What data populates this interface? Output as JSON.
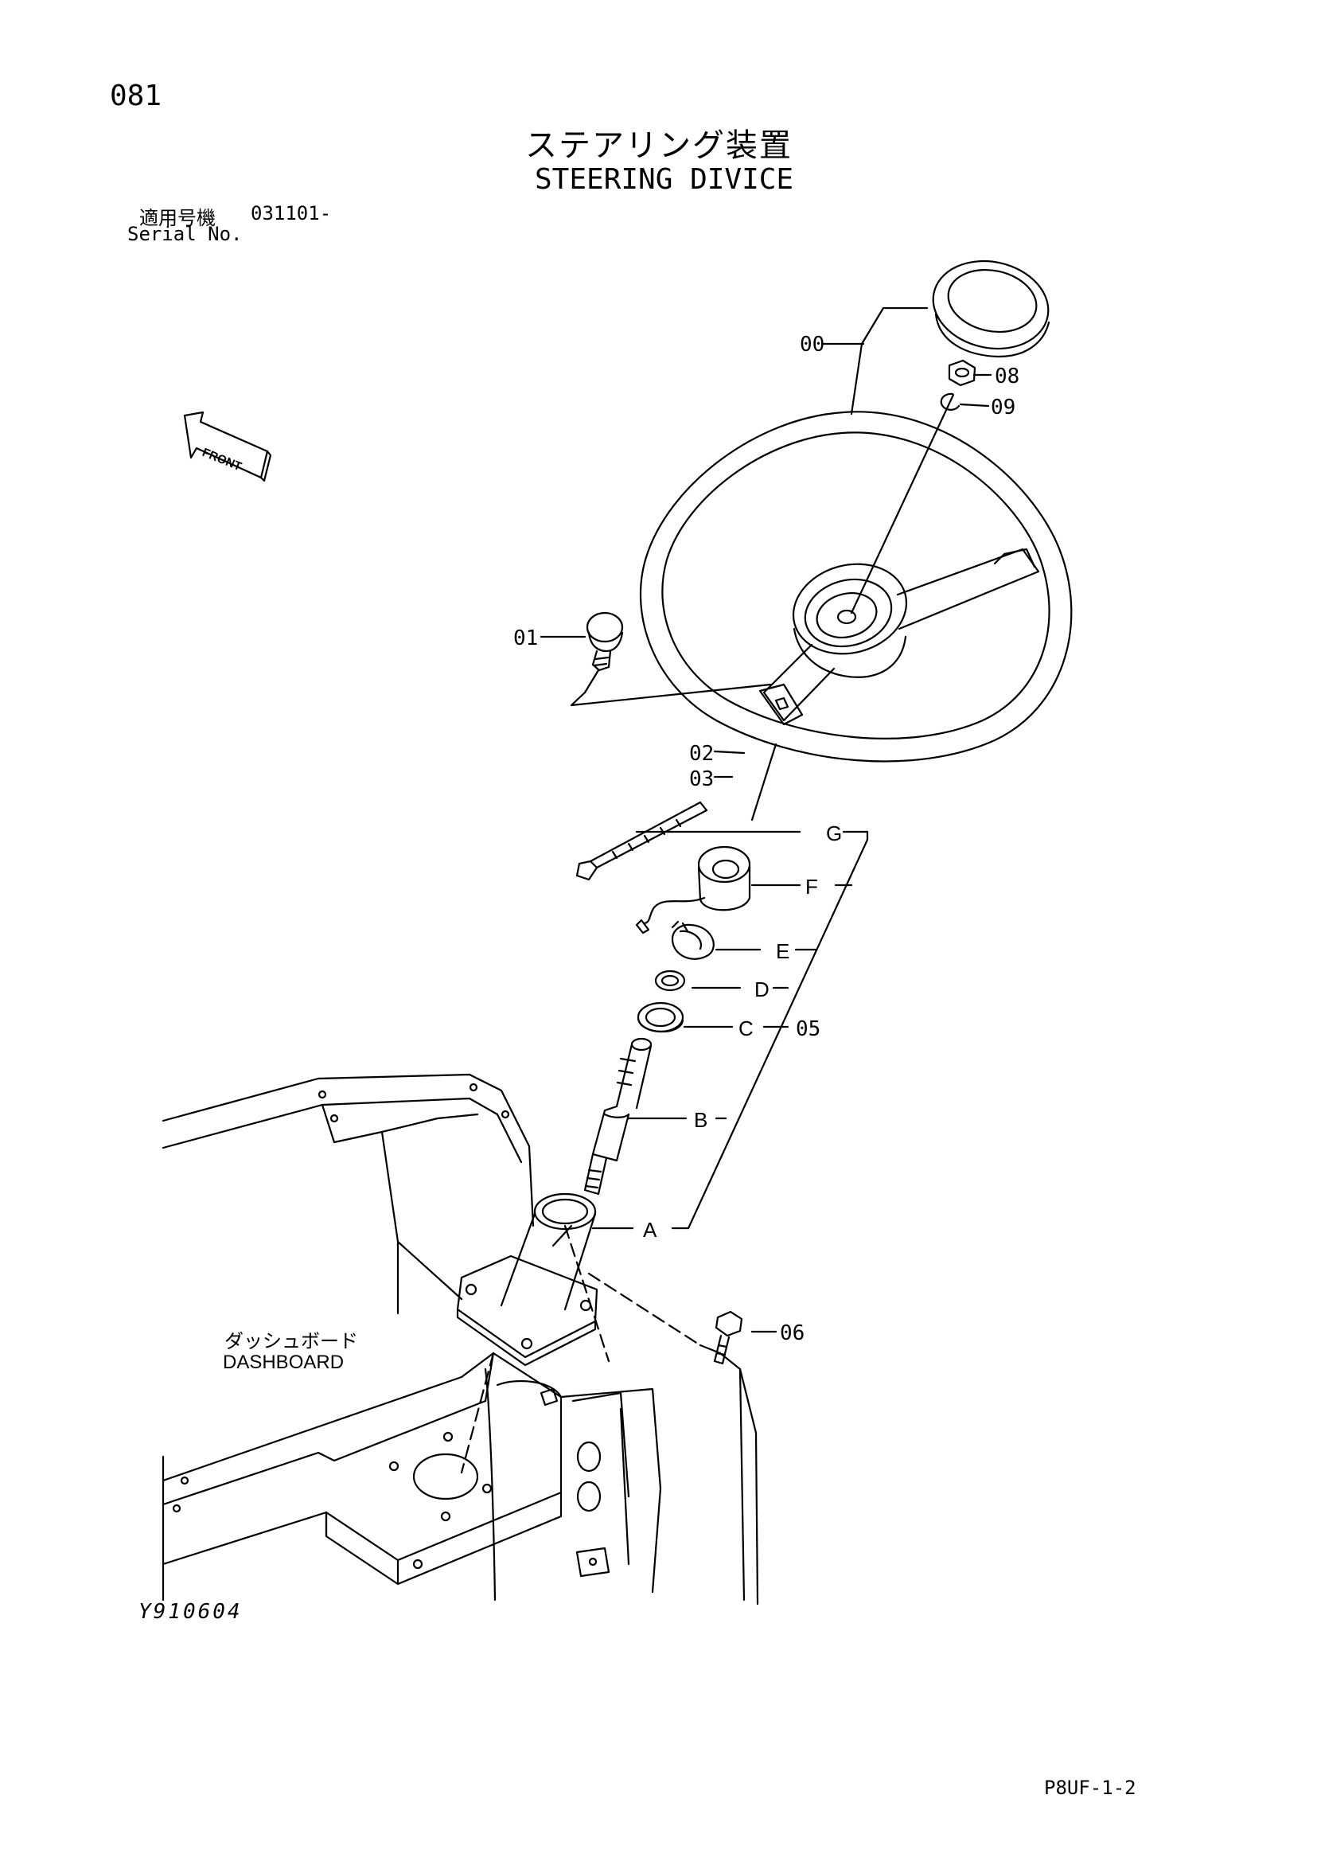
{
  "page_number": "081",
  "title_jp": "ステアリング装置",
  "title_en": "STEERING DIVICE",
  "serial": {
    "label_jp": "適用号機",
    "value": "031101-",
    "label_en": "Serial No."
  },
  "direction_label": "FRONT",
  "dashboard": {
    "label_jp": "ダッシュボード",
    "label_en": "DASHBOARD"
  },
  "callouts": {
    "c00": "00",
    "c01": "01",
    "c02": "02",
    "c03": "03",
    "c05": "05",
    "c06": "06",
    "c08": "08",
    "c09": "09",
    "A": "A",
    "B": "B",
    "C": "C",
    "D": "D",
    "E": "E",
    "F": "F",
    "G": "G"
  },
  "illustration_id": "Y910604",
  "doc_code": "P8UF-1-2"
}
